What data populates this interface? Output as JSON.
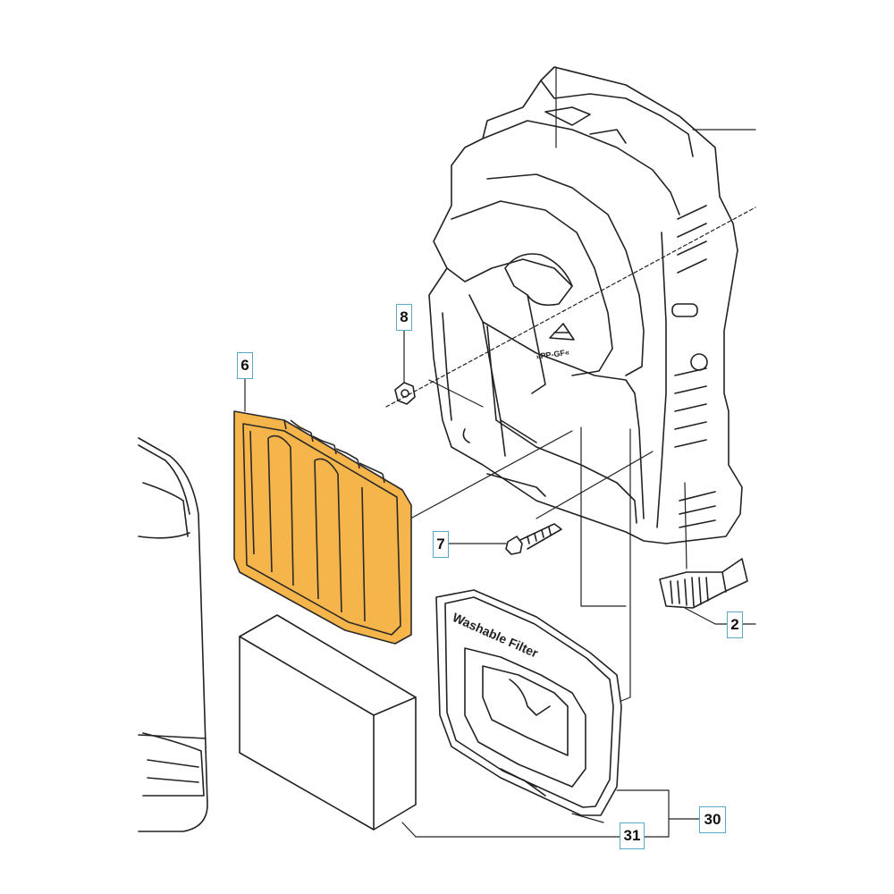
{
  "callouts": {
    "part_6": "6",
    "part_8": "8",
    "part_7": "7",
    "part_2": "2",
    "part_30": "30",
    "part_31": "31"
  },
  "stamps": {
    "material": "»PP-GF«",
    "filter_text": "Washable Filter"
  },
  "colors": {
    "highlight_fill": "#f5b54a",
    "highlight_stroke": "#2a2a2a",
    "callout_border": "#5aa9c4",
    "line": "#222222"
  },
  "icons": {
    "recycle": "recycle-icon"
  }
}
